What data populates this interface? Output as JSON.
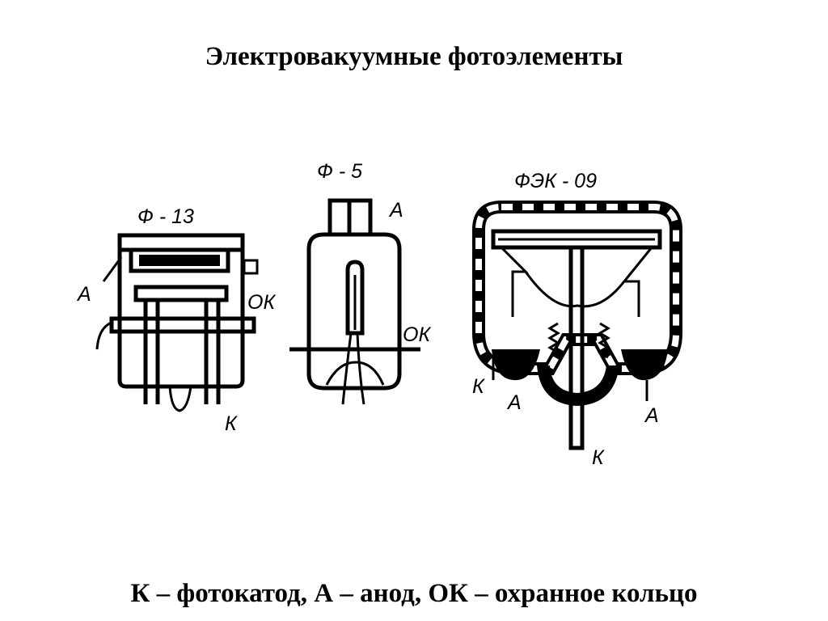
{
  "title": "Электровакуумные фотоэлементы",
  "caption": "К – фотокатод, А – анод, ОК – охранное кольцо",
  "devices": {
    "f13": {
      "name": "Ф - 13",
      "label_a": "А",
      "label_ok": "ОК",
      "label_k": "К"
    },
    "f5": {
      "name": "Ф - 5",
      "label_a": "А",
      "label_ok": "ОК"
    },
    "fek09": {
      "name": "ФЭК - 09",
      "label_k1": "К",
      "label_a1": "А",
      "label_a2": "А",
      "label_k2": "К"
    }
  }
}
